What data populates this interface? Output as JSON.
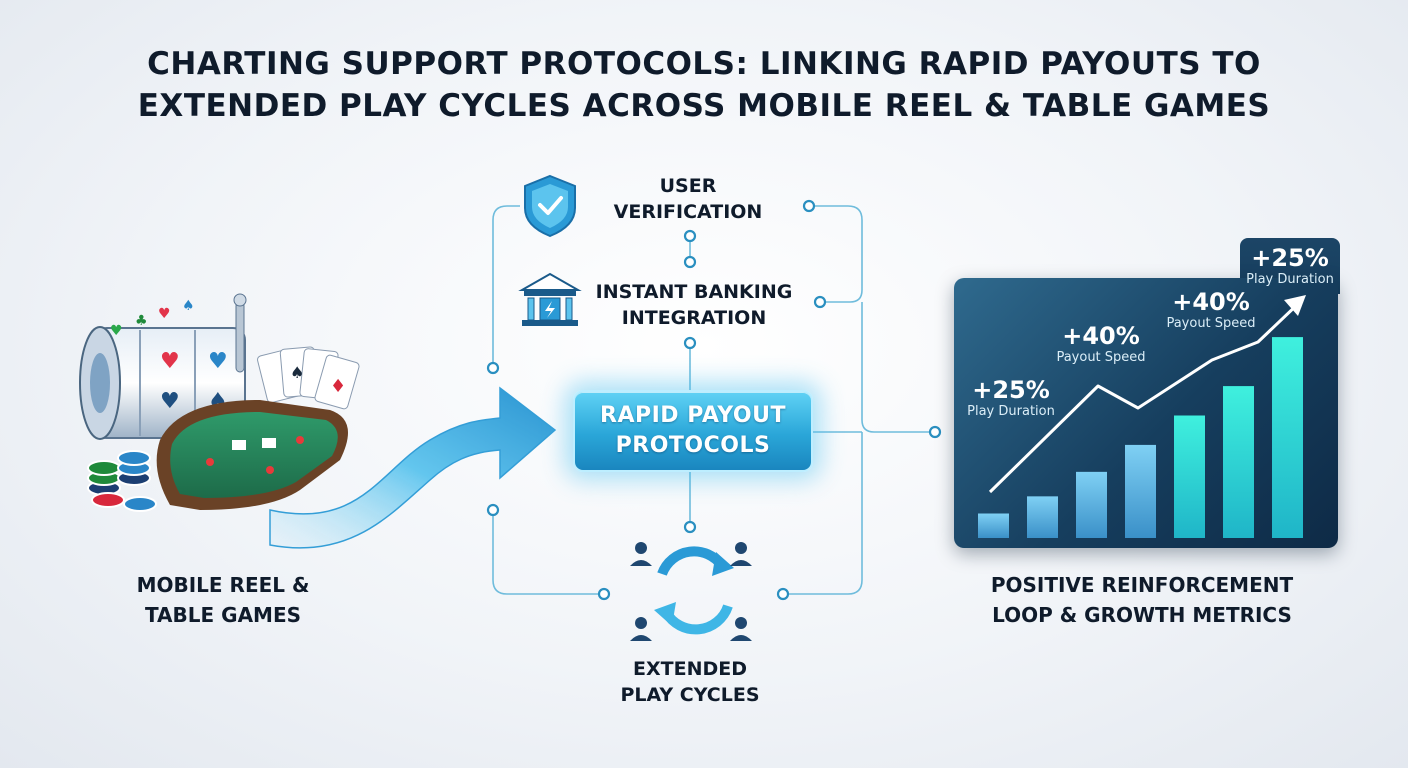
{
  "title": {
    "line1": "CHARTING SUPPORT PROTOCOLS: LINKING RAPID PAYOUTS TO",
    "line2": "EXTENDED PLAY CYCLES ACROSS MOBILE REEL & TABLE GAMES"
  },
  "left": {
    "caption_line1": "MOBILE REEL &",
    "caption_line2": "TABLE GAMES"
  },
  "nodes": {
    "verification": {
      "line1": "USER",
      "line2": "VERIFICATION",
      "icon": "shield-check-icon"
    },
    "banking": {
      "line1": "INSTANT BANKING",
      "line2": "INTEGRATION",
      "icon": "bank-icon"
    },
    "center": {
      "line1": "RAPID PAYOUT",
      "line2": "PROTOCOLS"
    },
    "cycles": {
      "line1": "EXTENDED",
      "line2": "PLAY CYCLES",
      "icon": "cycle-users-icon"
    }
  },
  "right": {
    "caption_line1": "POSITIVE REINFORCEMENT",
    "caption_line2": "LOOP & GROWTH METRICS"
  },
  "metrics": [
    {
      "value": "+25%",
      "label": "Play Duration"
    },
    {
      "value": "+40%",
      "label": "Payout Speed"
    },
    {
      "value": "+40%",
      "label": "Payout Speed"
    },
    {
      "value": "+25%",
      "label": "Play Duration"
    }
  ],
  "chart_data": {
    "type": "bar",
    "bar_heights_relative": [
      1,
      1.7,
      2.7,
      3.8,
      5.0,
      6.2,
      8.2
    ],
    "trend": "rising line with arrow",
    "colors": {
      "bar_low": "#6fb8e0",
      "bar_high": "#2de0d0",
      "panel": "#163e5e"
    }
  },
  "colors": {
    "accent": "#2aa6d8",
    "connector": "#5fb4d8",
    "title": "#0f1b2b"
  }
}
